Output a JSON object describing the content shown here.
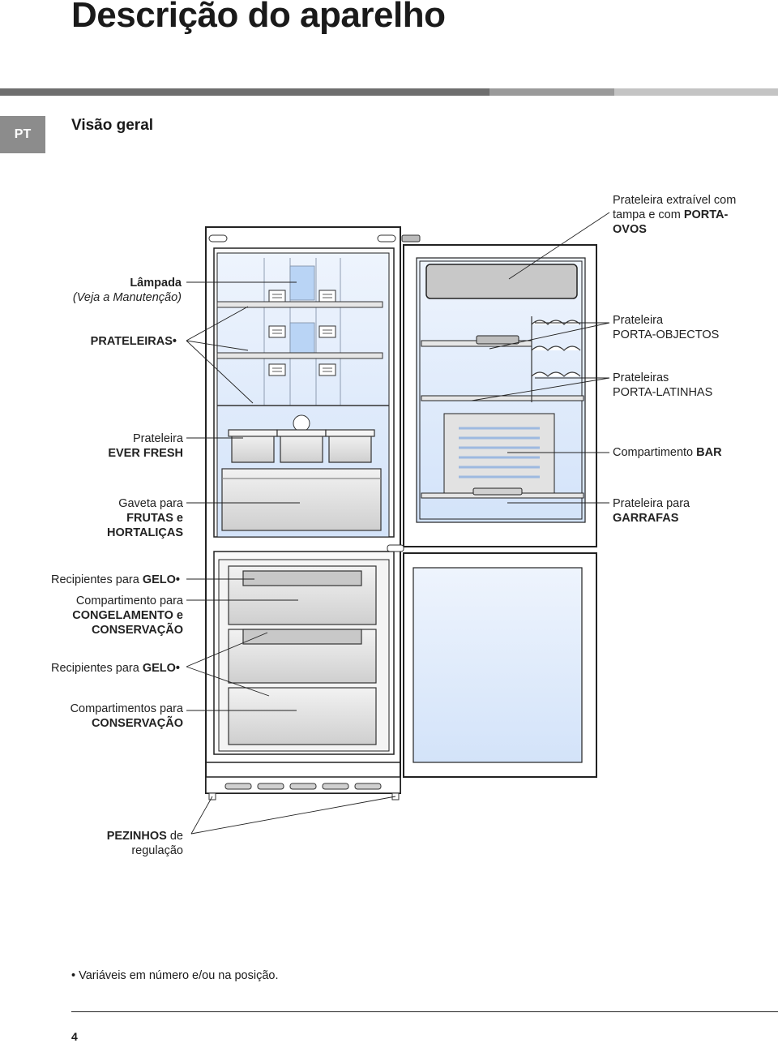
{
  "page": {
    "title": "Descrição do aparelho",
    "language_code": "PT",
    "section_title": "Visão geral",
    "footnote": "• Variáveis em número e/ou na posição.",
    "page_number": "4"
  },
  "colors": {
    "bar_dark": "#6e6e6e",
    "bar_mid": "#9a9a9a",
    "bar_light": "#c4c4c4",
    "lang_box": "#8c8c8c",
    "interior_blue": "#dce9fb",
    "glass_blue": "#b9d4f5"
  },
  "labels": {
    "lampada": {
      "line1_bold": "Lâmpada",
      "line2": "(Veja a Manutenção)"
    },
    "prateleiras": {
      "bold": "PRATELEIRAS•"
    },
    "ever_fresh": {
      "line1": "Prateleira",
      "line2_bold": "EVER FRESH"
    },
    "gaveta": {
      "line1": "Gaveta para",
      "line2_bold": "FRUTAS e",
      "line3_bold": "HORTALIÇAS"
    },
    "gelo_1": {
      "text": "Recipientes para ",
      "bold": "GELO•"
    },
    "congelamento": {
      "line1": "Compartimento para",
      "line2_bold": "CONGELAMENTO e",
      "line3_bold": "CONSERVAÇÃO"
    },
    "gelo_2": {
      "text": "Recipientes para ",
      "bold": "GELO•"
    },
    "conservacao": {
      "line1": "Compartimentos para",
      "line2_bold": "CONSERVAÇÃO"
    },
    "pezinhos": {
      "bold": "PEZINHOS",
      "text": " de",
      "line2": "regulação"
    },
    "extraivel": {
      "line1": "Prateleira extraível com",
      "line2": "tampa e com ",
      "line2_bold": "PORTA-",
      "line3_bold": "OVOS"
    },
    "porta_objectos": {
      "line1": "Prateleira",
      "line2": "PORTA-OBJECTOS"
    },
    "porta_latinhas": {
      "line1": "Prateleiras",
      "line2": "PORTA-LATINHAS"
    },
    "bar": {
      "text": "Compartimento ",
      "bold": "BAR"
    },
    "garrafas": {
      "line1": "Prateleira para",
      "line2_bold": "GARRAFAS"
    }
  }
}
